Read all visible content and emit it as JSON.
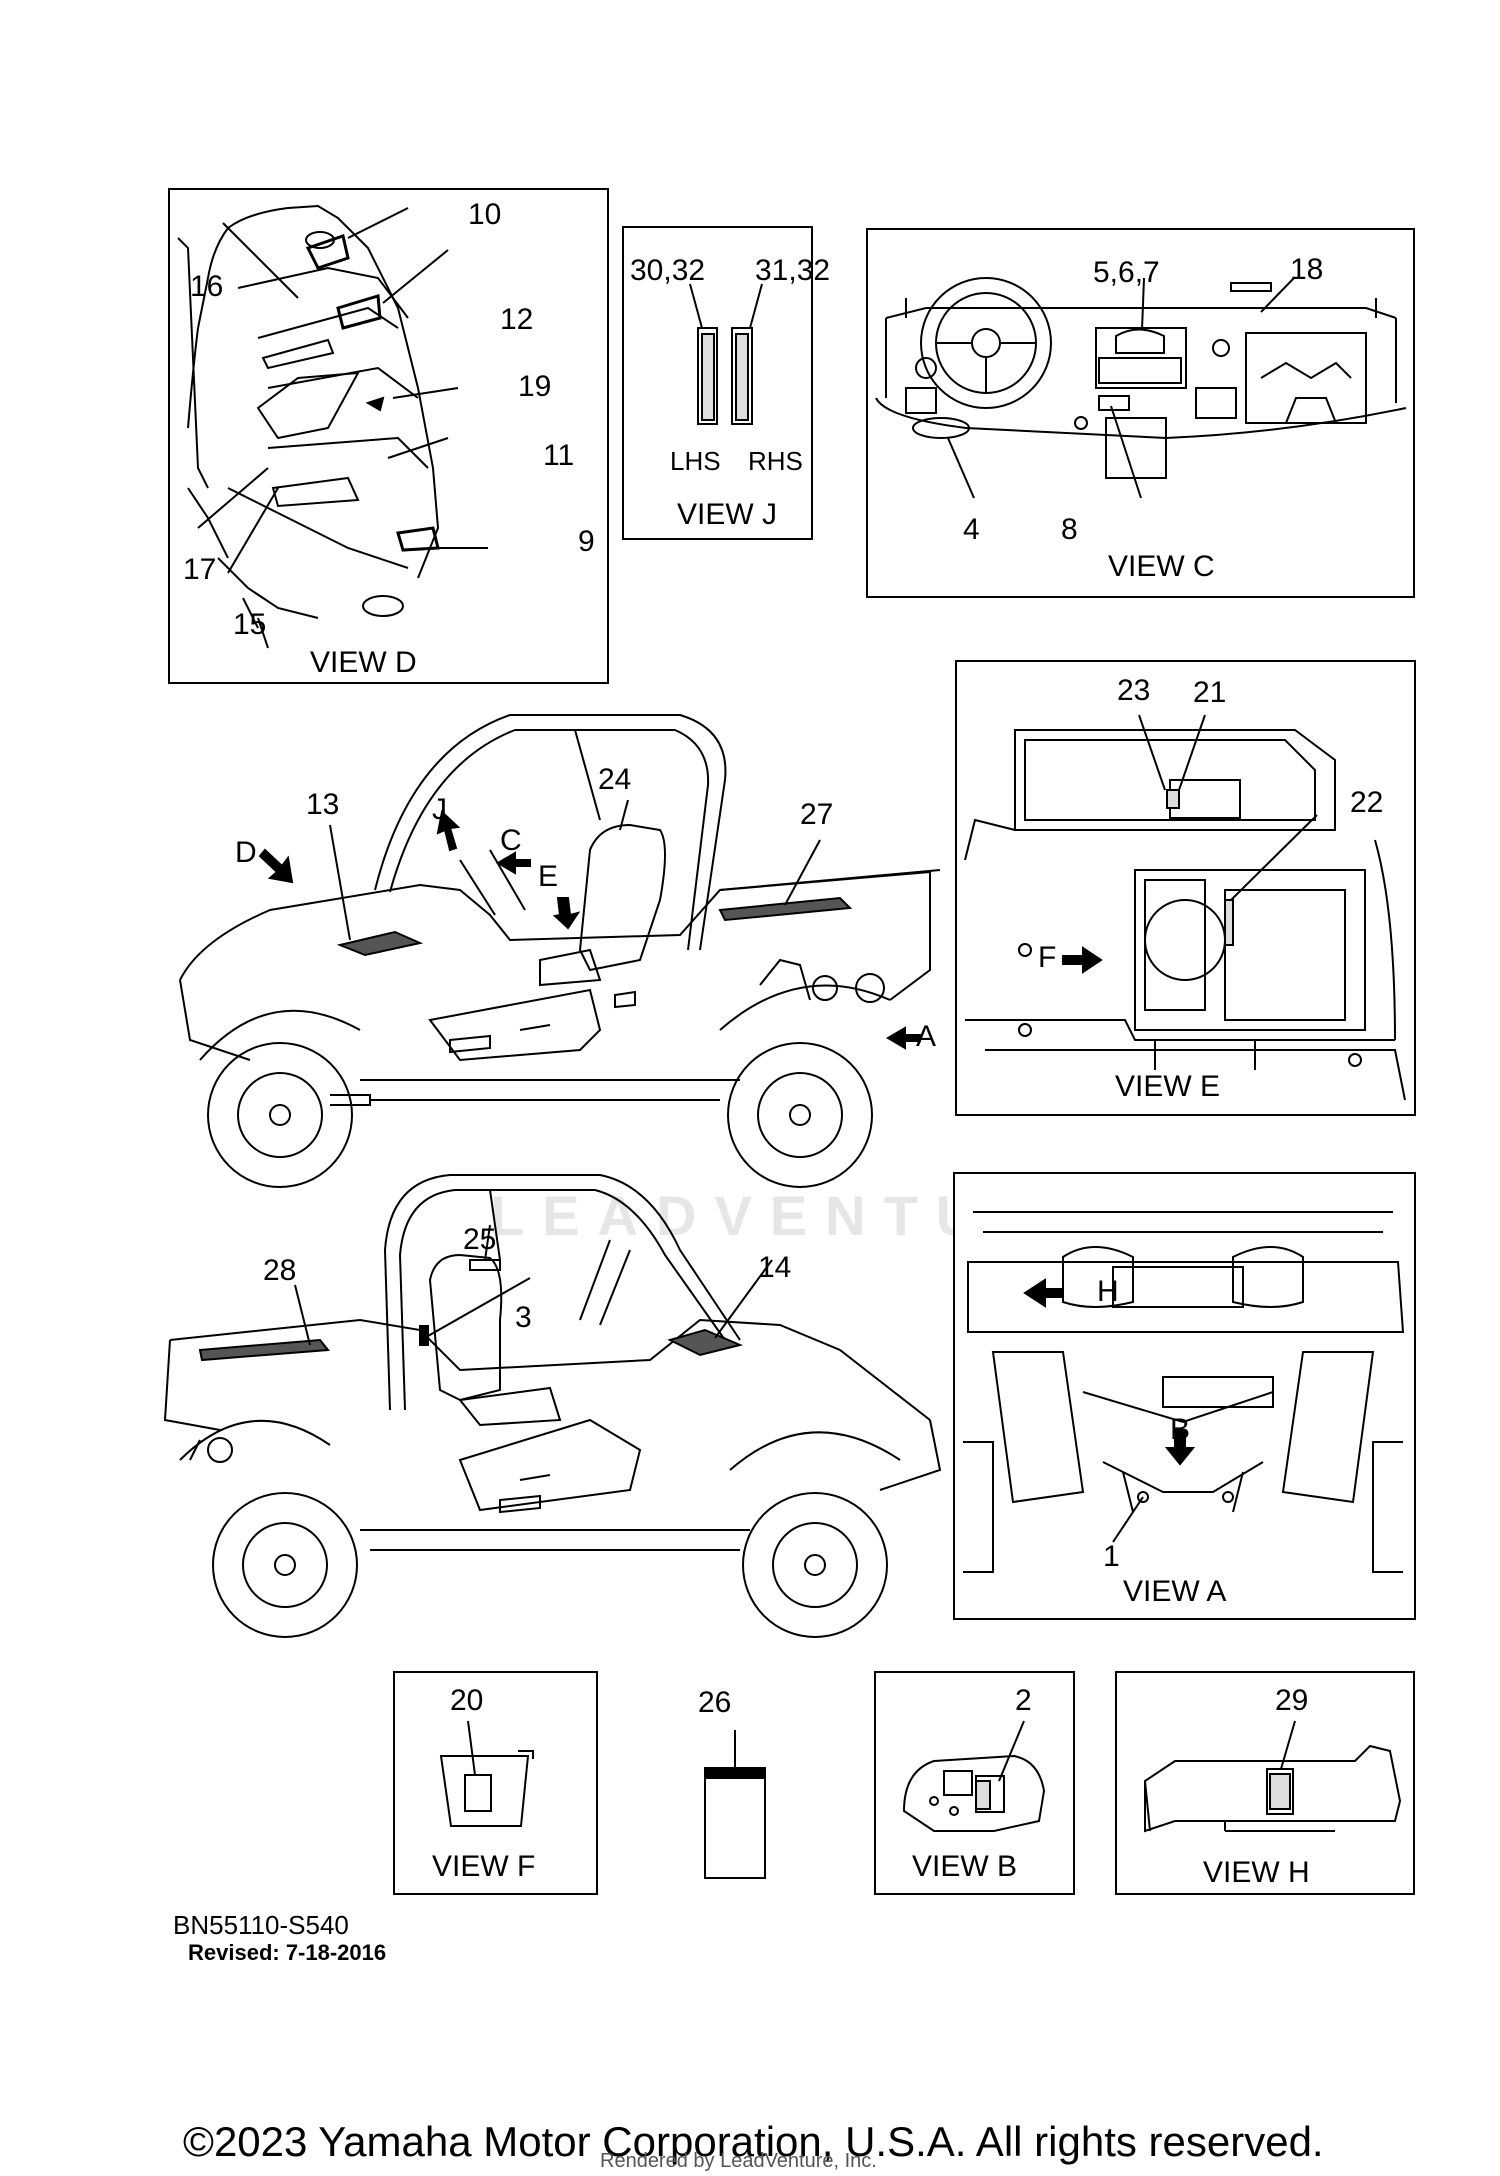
{
  "diagram": {
    "drawing_code": "BN55110-S540",
    "revised": "Revised: 7-18-2016",
    "copyright": "©2023 Yamaha Motor Corporation, U.S.A. All rights reserved.",
    "rendered_by": "Rendered by LeadVenture, Inc.",
    "watermark": "LEADVENTURE"
  },
  "views": {
    "d": {
      "title": "VIEW D",
      "labels": [
        "10",
        "16",
        "12",
        "19",
        "11",
        "9",
        "17",
        "15"
      ]
    },
    "j": {
      "title": "VIEW J",
      "labels": [
        "30,32",
        "31,32",
        "LHS",
        "RHS"
      ]
    },
    "c": {
      "title": "VIEW C",
      "labels": [
        "5,6,7",
        "18",
        "4",
        "8"
      ]
    },
    "e": {
      "title": "VIEW E",
      "labels": [
        "23",
        "21",
        "22",
        "F"
      ]
    },
    "a": {
      "title": "VIEW A",
      "labels": [
        "H",
        "B",
        "1"
      ]
    },
    "f": {
      "title": "VIEW F",
      "labels": [
        "20"
      ]
    },
    "b": {
      "title": "VIEW B",
      "labels": [
        "2"
      ]
    },
    "h": {
      "title": "VIEW H",
      "labels": [
        "29"
      ]
    }
  },
  "vehicle_left": {
    "labels": [
      "13",
      "J",
      "24",
      "27",
      "D",
      "C",
      "E",
      "A"
    ]
  },
  "vehicle_right": {
    "labels": [
      "28",
      "25",
      "3",
      "14"
    ]
  },
  "standalone": {
    "labels": [
      "26"
    ]
  },
  "icons": [
    "arrow-icon",
    "decal-icon"
  ]
}
